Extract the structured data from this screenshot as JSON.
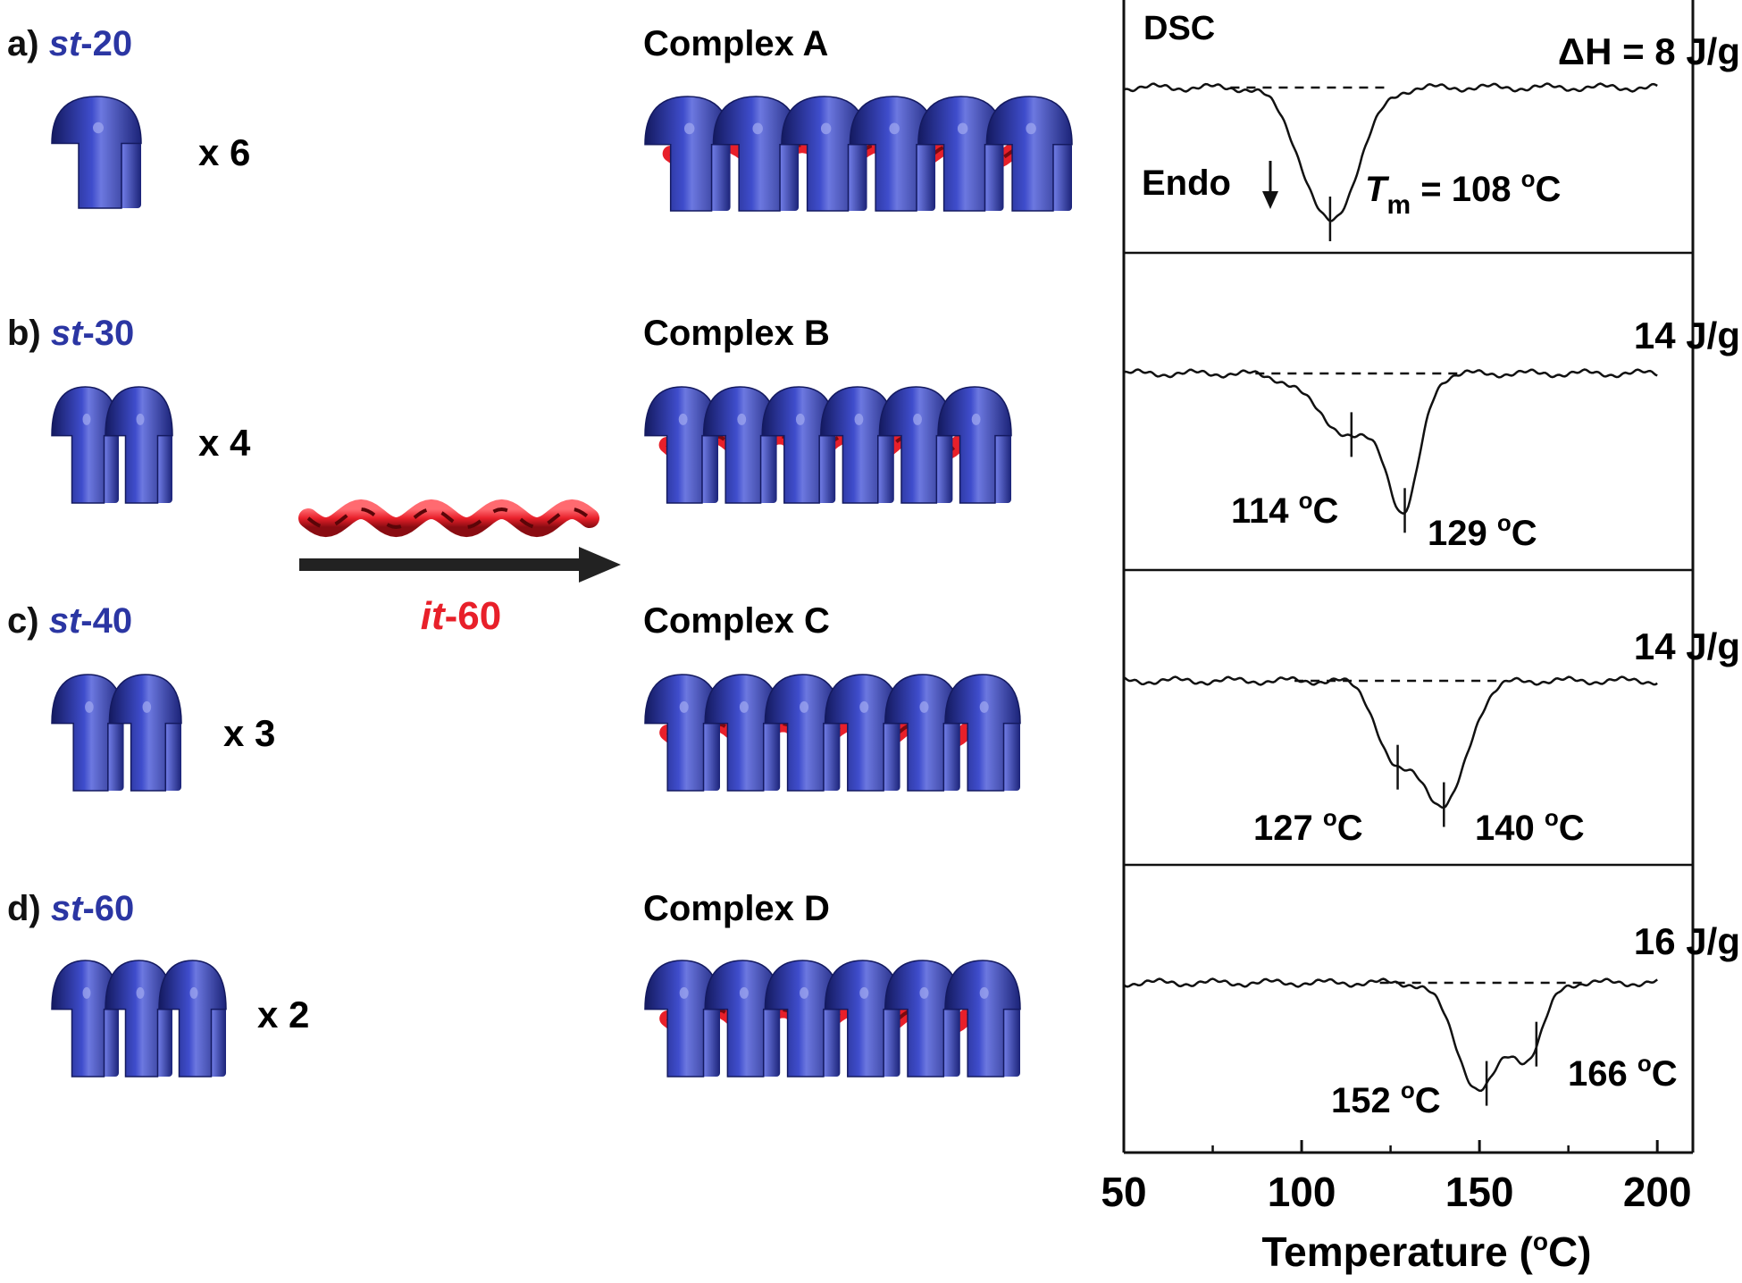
{
  "rows": [
    {
      "letter": "a)",
      "prefix": "st",
      "number": "-20",
      "multiplier": "x 6",
      "complex": "Complex A",
      "turns": 1,
      "complex_coils": 6
    },
    {
      "letter": "b)",
      "prefix": "st",
      "number": "-30",
      "multiplier": "x 4",
      "complex": "Complex B",
      "turns": 1.5,
      "complex_coils": 6
    },
    {
      "letter": "c)",
      "prefix": "st",
      "number": "-40",
      "multiplier": "x 3",
      "complex": "Complex C",
      "turns": 2,
      "complex_coils": 6
    },
    {
      "letter": "d)",
      "prefix": "st",
      "number": "-60",
      "multiplier": "x 2",
      "complex": "Complex D",
      "turns": 3,
      "complex_coils": 6
    }
  ],
  "guest": {
    "prefix": "it",
    "number": "-60"
  },
  "dsc": {
    "panel_label": "DSC",
    "endo_label": "Endo",
    "xlabel": "Temperature (°C)",
    "xlabel_main": "Temperature (",
    "xlabel_unit": "o",
    "xlabel_end": "C)",
    "xlim": [
      50,
      210
    ],
    "xticks": [
      "50",
      "100",
      "150",
      "200"
    ],
    "panels": [
      {
        "enthalpy": "ΔH = 8 J/g",
        "tm_symbol": "T",
        "tm_sub": "m",
        "peaks": [
          {
            "temp": 108,
            "label": "= 108",
            "unit": "oC"
          }
        ]
      },
      {
        "enthalpy": "14 J/g",
        "peaks": [
          {
            "temp": 114,
            "label": "114",
            "unit": "oC"
          },
          {
            "temp": 129,
            "label": "129",
            "unit": "oC"
          }
        ]
      },
      {
        "enthalpy": "14 J/g",
        "peaks": [
          {
            "temp": 127,
            "label": "127",
            "unit": "oC"
          },
          {
            "temp": 140,
            "label": "140",
            "unit": "oC"
          }
        ]
      },
      {
        "enthalpy": "16 J/g",
        "peaks": [
          {
            "temp": 152,
            "label": "152",
            "unit": "oC"
          },
          {
            "temp": 166,
            "label": "166",
            "unit": "oC"
          }
        ]
      }
    ]
  },
  "colors": {
    "host": "#2b36a3",
    "host_dark": "#141a60",
    "guest": "#e8202a",
    "text": "#111111",
    "arrow": "#222222"
  }
}
